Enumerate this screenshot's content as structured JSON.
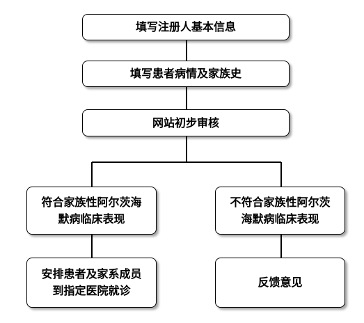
{
  "flowchart": {
    "step1": "填写注册人基本信息",
    "step2": "填写患者病情及家族史",
    "step3": "网站初步审核",
    "branch_left": "符合家族性阿尔茨海\n默病临床表现",
    "branch_right": "不符合家族性阿尔茨\n海默病临床表现",
    "result_left": "安排患者及家系成员\n到指定医院就诊",
    "result_right": "反馈意见"
  }
}
